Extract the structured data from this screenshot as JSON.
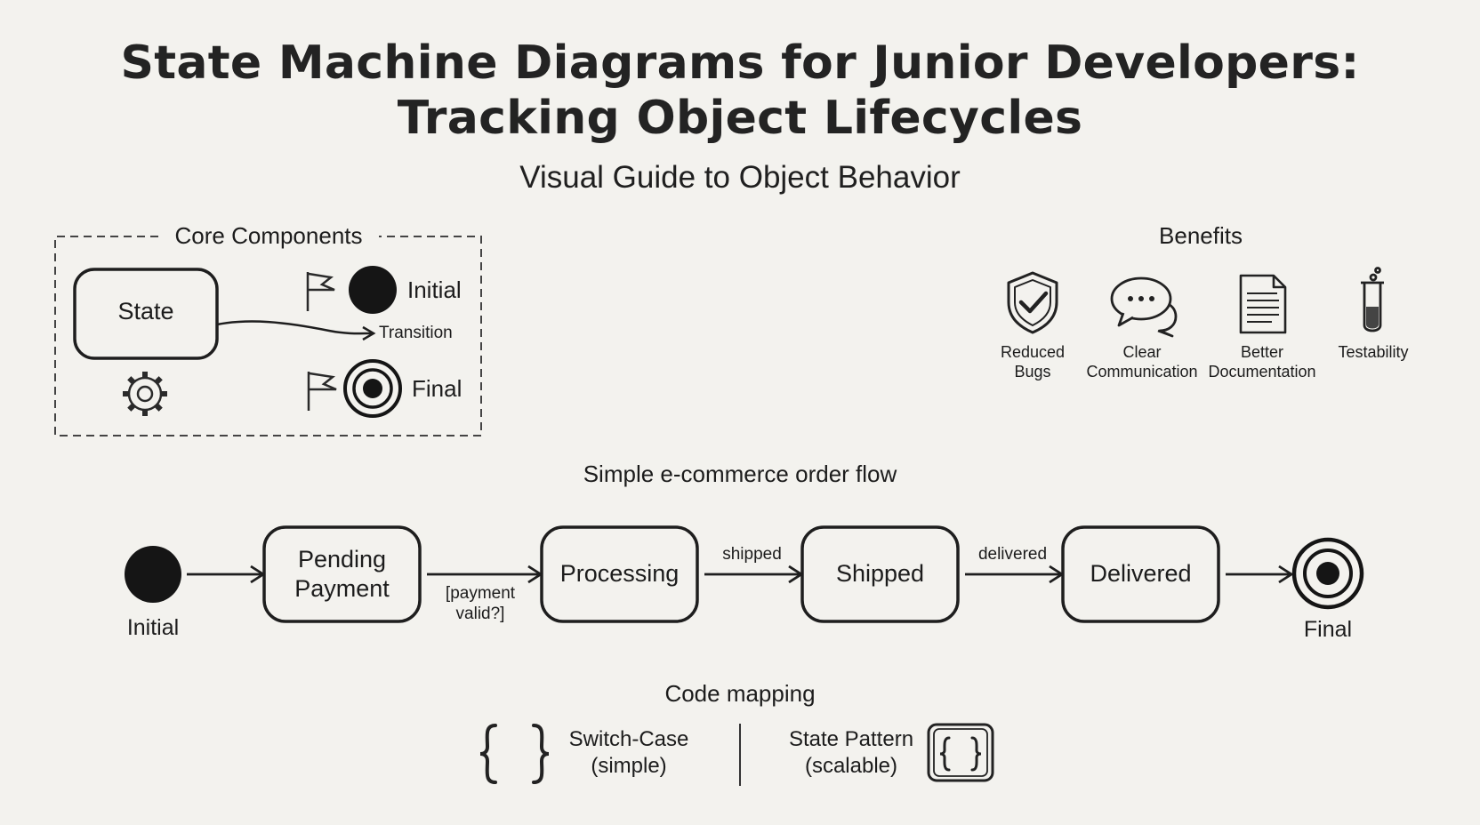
{
  "title_line1": "State Machine Diagrams for Junior Developers:",
  "title_line2": "Tracking Object Lifecycles",
  "subtitle": "Visual Guide to Object Behavior",
  "core_components": {
    "heading": "Core Components",
    "state_label": "State",
    "initial_label": "Initial",
    "transition_label": "Transition",
    "final_label": "Final"
  },
  "benefits": {
    "heading": "Benefits",
    "items": [
      {
        "label_line1": "Reduced",
        "label_line2": "Bugs",
        "icon": "shield-check-icon"
      },
      {
        "label_line1": "Clear",
        "label_line2": "Communication",
        "icon": "chat-bubbles-icon"
      },
      {
        "label_line1": "Better",
        "label_line2": "Documentation",
        "icon": "document-icon"
      },
      {
        "label_line1": "Testability",
        "label_line2": "",
        "icon": "test-tube-icon"
      }
    ]
  },
  "order_flow": {
    "heading": "Simple e-commerce order flow",
    "initial_label": "Initial",
    "final_label": "Final",
    "states": [
      {
        "line1": "Pending",
        "line2": "Payment"
      },
      {
        "line1": "Processing",
        "line2": ""
      },
      {
        "line1": "Shipped",
        "line2": ""
      },
      {
        "line1": "Delivered",
        "line2": ""
      }
    ],
    "transitions": [
      {
        "line1": "[payment",
        "line2": "valid?]"
      },
      {
        "line1": "shipped",
        "line2": ""
      },
      {
        "line1": "delivered",
        "line2": ""
      }
    ]
  },
  "code_mapping": {
    "heading": "Code mapping",
    "switch_line1": "Switch-Case",
    "switch_line2": "(simple)",
    "pattern_line1": "State Pattern",
    "pattern_line2": "(scalable)"
  }
}
